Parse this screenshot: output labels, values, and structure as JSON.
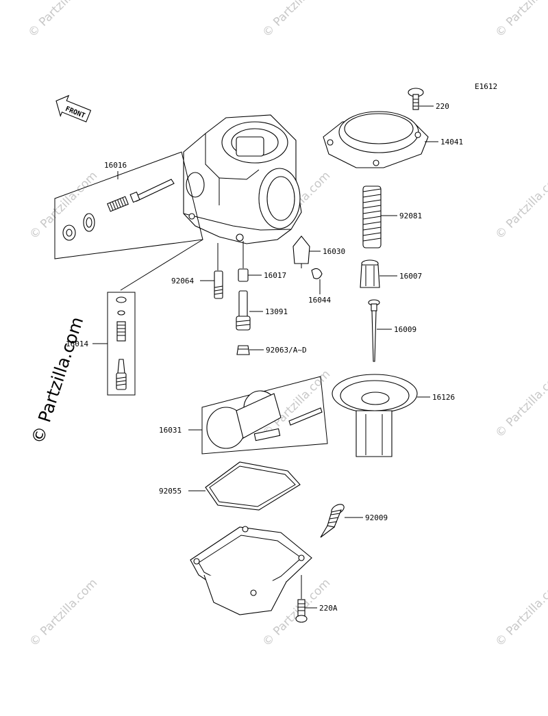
{
  "diagram_code": "E1612",
  "front_label": "FRONT",
  "watermark": "© Partzilla.com",
  "parts": {
    "p220": "220",
    "p14041": "14041",
    "p16016": "16016",
    "p92081": "92081",
    "p16030": "16030",
    "p16017": "16017",
    "p92064": "92064",
    "p16007": "16007",
    "p16044": "16044",
    "p13091": "13091",
    "p16009": "16009",
    "p16014": "16014",
    "p92063": "92063/A~D",
    "p16126": "16126",
    "p16031": "16031",
    "p92055": "92055",
    "p92009": "92009",
    "p220A": "220A"
  }
}
